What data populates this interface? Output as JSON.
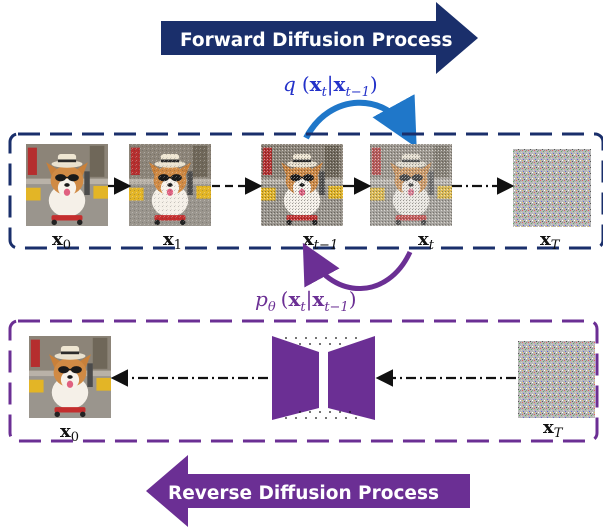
{
  "forward_banner": {
    "label": "Forward Diffusion Process",
    "color": "#1a2f6b"
  },
  "reverse_banner": {
    "label": "Reverse Diffusion Process",
    "color": "#6b2f94"
  },
  "colors": {
    "forward": "#1a2f6b",
    "forward_arc": "#1f77c9",
    "reverse": "#6b2f94",
    "noise_bg": "#b9b9b9"
  },
  "forward_formula": {
    "fn": "q",
    "body": "x",
    "t": "t",
    "cond": "x",
    "cond_sub": "t−1"
  },
  "reverse_formula": {
    "fn": "p",
    "fn_sub": "θ",
    "body": "x",
    "t": "t",
    "cond": "x",
    "cond_sub": "t−1"
  },
  "forward_labels": [
    {
      "base": "x",
      "sub": "0"
    },
    {
      "base": "x",
      "sub": "1"
    },
    {
      "base": "x",
      "sub": "t−1"
    },
    {
      "base": "x",
      "sub": "t"
    },
    {
      "base": "x",
      "sub": "T"
    }
  ],
  "reverse_labels": [
    {
      "base": "x",
      "sub": "0"
    },
    {
      "base": "x",
      "sub": "T"
    }
  ],
  "images": [
    "corgi-clean-image",
    "corgi-slight-noise-image",
    "corgi-noisy-image",
    "corgi-very-noisy-image",
    "pure-noise-image"
  ]
}
